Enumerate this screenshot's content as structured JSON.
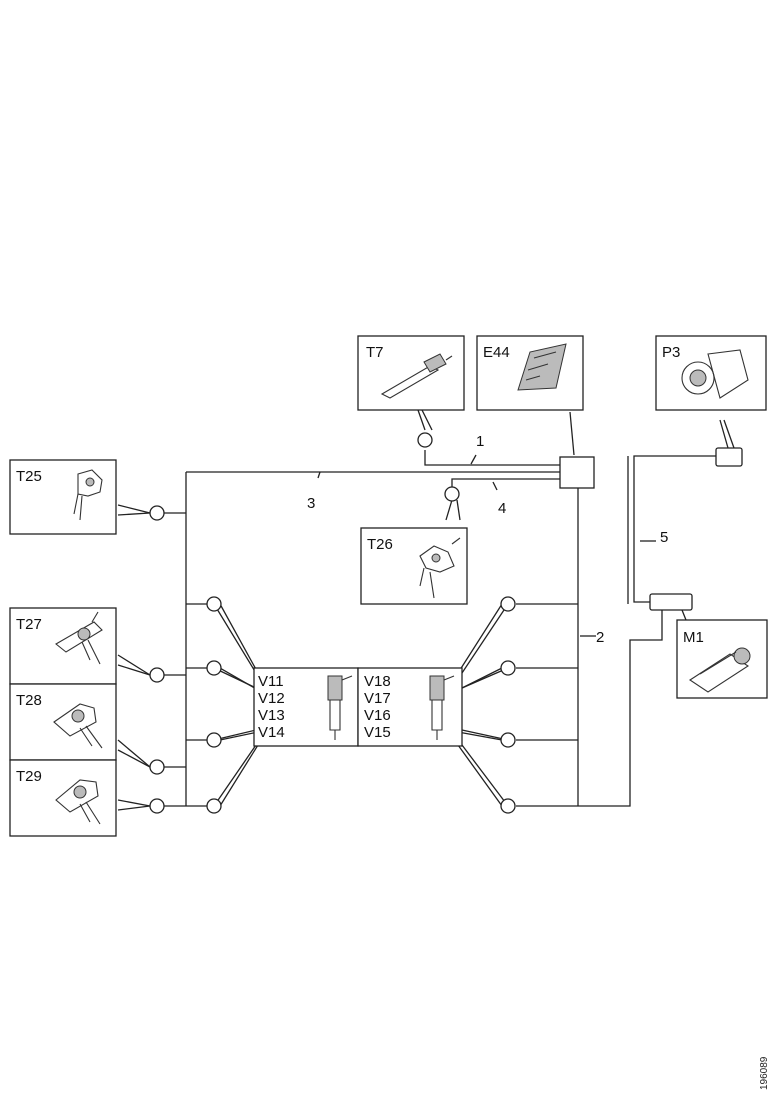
{
  "diagram": {
    "components": {
      "t7": "T7",
      "e44": "E44",
      "p3": "P3",
      "t25": "T25",
      "t26": "T26",
      "t27": "T27",
      "t28": "T28",
      "t29": "T29",
      "m1": "M1"
    },
    "injectors_left": [
      "V11",
      "V12",
      "V13",
      "V14"
    ],
    "injectors_right": [
      "V18",
      "V17",
      "V16",
      "V15"
    ],
    "harness_numbers": {
      "n1": "1",
      "n2": "2",
      "n3": "3",
      "n4": "4",
      "n5": "5"
    },
    "figure_code": "196089"
  }
}
